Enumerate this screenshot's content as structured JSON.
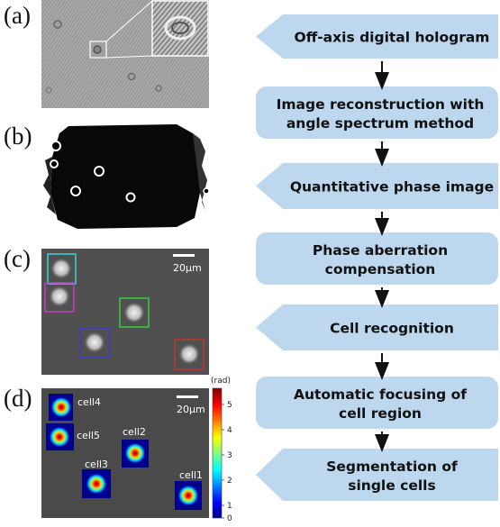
{
  "panels": {
    "a": "(a)",
    "b": "(b)",
    "c": "(c)",
    "d": "(d)"
  },
  "scale_bar": {
    "c_label": "20μm",
    "d_label": "20μm"
  },
  "colorbar": {
    "unit": "(rad)",
    "ticks": [
      "5",
      "4",
      "3",
      "2",
      "1",
      "0"
    ]
  },
  "cells": {
    "cell1": "cell1",
    "cell2": "cell2",
    "cell3": "cell3",
    "cell4": "cell4",
    "cell5": "cell5"
  },
  "steps": [
    {
      "line1": "Off-axis digital hologram",
      "line2": ""
    },
    {
      "line1": "Image reconstruction  with",
      "line2": "angle spectrum method"
    },
    {
      "line1": "Quantitative phase image",
      "line2": ""
    },
    {
      "line1": "Phase aberration",
      "line2": "compensation"
    },
    {
      "line1": "Cell recognition",
      "line2": ""
    },
    {
      "line1": "Automatic focusing of",
      "line2": "cell region"
    },
    {
      "line1": "Segmentation of",
      "line2": "single cells"
    }
  ],
  "colors": {
    "step_fill": "#bdd7ee",
    "box_cyan": "#3fd3d8",
    "box_magenta": "#c838c8",
    "box_green": "#3cc83c",
    "box_blue": "#3c3cc8",
    "box_red": "#c83232"
  }
}
